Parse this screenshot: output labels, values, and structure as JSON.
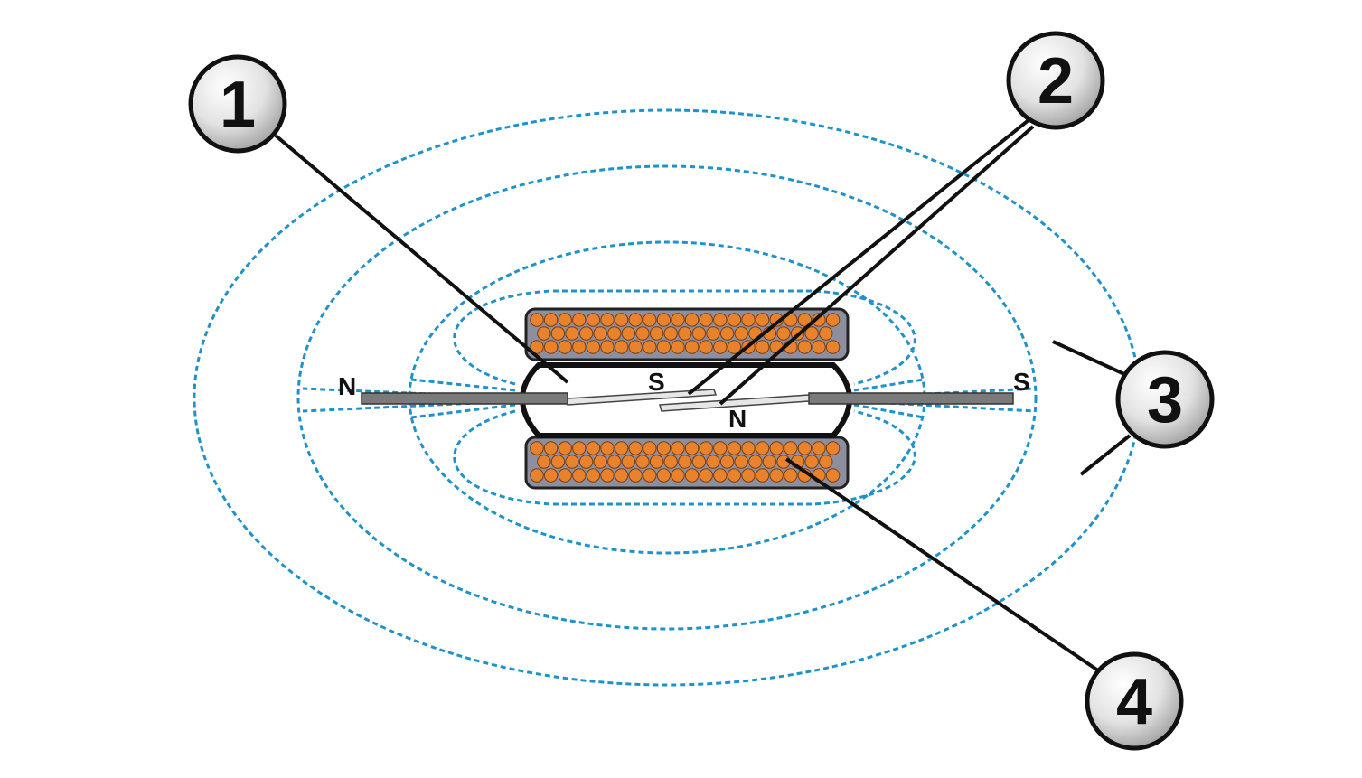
{
  "callouts": [
    {
      "id": "1",
      "label": "1"
    },
    {
      "id": "2",
      "label": "2"
    },
    {
      "id": "3",
      "label": "3"
    },
    {
      "id": "4",
      "label": "4"
    }
  ],
  "poles": {
    "left_lead": "N",
    "right_lead": "S",
    "reed_left_tip": "S",
    "reed_right_tip": "N"
  },
  "colors": {
    "field_lines": "#1f93c9",
    "coil_winding": "#e9822d",
    "coil_body": "#8d8f9e",
    "leader_lines": "#111111",
    "badge_fill": "#dcdcdc"
  }
}
